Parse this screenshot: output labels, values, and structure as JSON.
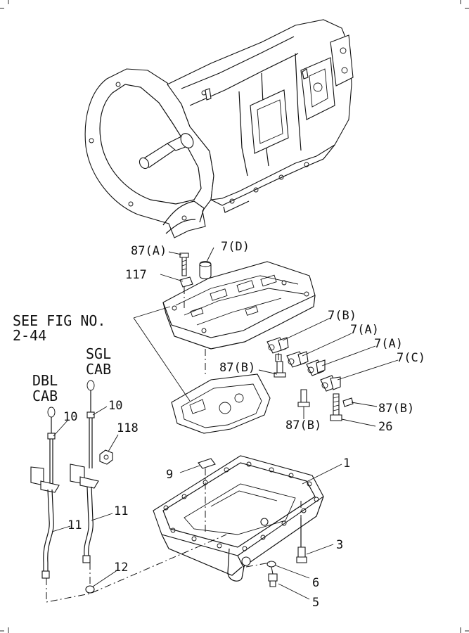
{
  "callouts": {
    "p87a": "87(A)",
    "p7d": "7(D)",
    "p117": "117",
    "see_fig_line1": "SEE FIG NO.",
    "see_fig_line2": "2-44",
    "p7b": "7(B)",
    "p7a_1": "7(A)",
    "p7a_2": "7(A)",
    "p7c": "7(C)",
    "p87b_1": "87(B)",
    "p87b_2": "87(B)",
    "p87b_3": "87(B)",
    "p26": "26",
    "sgl_line1": "SGL",
    "sgl_line2": "CAB",
    "dbl_line1": "DBL",
    "dbl_line2": "CAB",
    "p10_sgl": "10",
    "p10_dbl": "10",
    "p118": "118",
    "p9": "9",
    "p1": "1",
    "p11_sgl": "11",
    "p11_dbl": "11",
    "p3": "3",
    "p12": "12",
    "p6": "6",
    "p5": "5"
  }
}
